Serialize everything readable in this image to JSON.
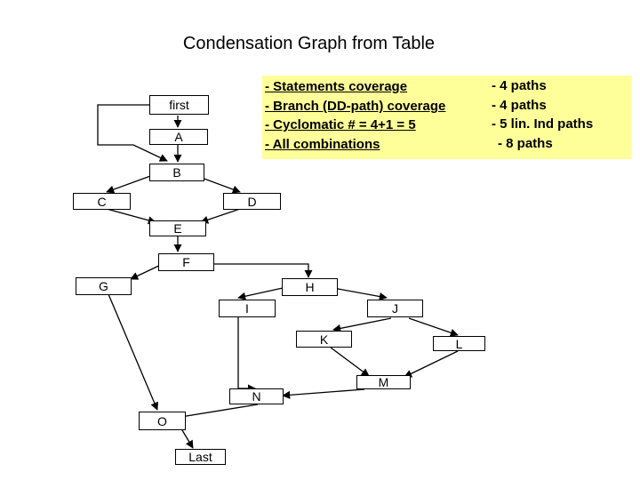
{
  "title": "Condensation Graph from Table",
  "coverage": [
    {
      "metric": "- Statements coverage ",
      "paths": "-  4 paths"
    },
    {
      "metric": "- Branch (DD-path) coverage ",
      "paths": "-  4 paths"
    },
    {
      "metric": "- Cyclomatic # = 4+1 = 5",
      "paths": "- 5 lin. Ind paths"
    },
    {
      "metric": "- All combinations   ",
      "paths": "- 8 paths"
    }
  ],
  "nodes": {
    "first": "first",
    "A": "A",
    "B": "B",
    "C": "C",
    "D": "D",
    "E": "E",
    "F": "F",
    "G": "G",
    "H": "H",
    "I": "I",
    "J": "J",
    "K": "K",
    "L": "L",
    "M": "M",
    "N": "N",
    "O": "O",
    "Last": "Last"
  },
  "colors": {
    "note_background": "#ffff99",
    "stroke": "#000000"
  }
}
